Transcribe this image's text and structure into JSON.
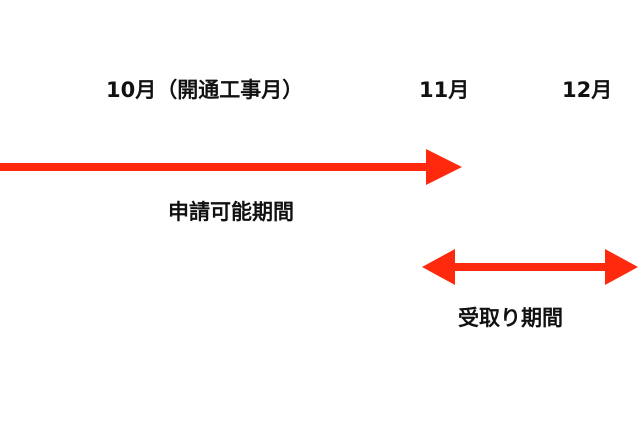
{
  "months": {
    "oct": "10月（開通工事月）",
    "nov": "11月",
    "dec": "12月"
  },
  "periods": {
    "application": "申請可能期間",
    "receipt": "受取り期間"
  },
  "colors": {
    "arrow": "#ff2a0d",
    "text": "#111111",
    "background": "#ffffff"
  }
}
